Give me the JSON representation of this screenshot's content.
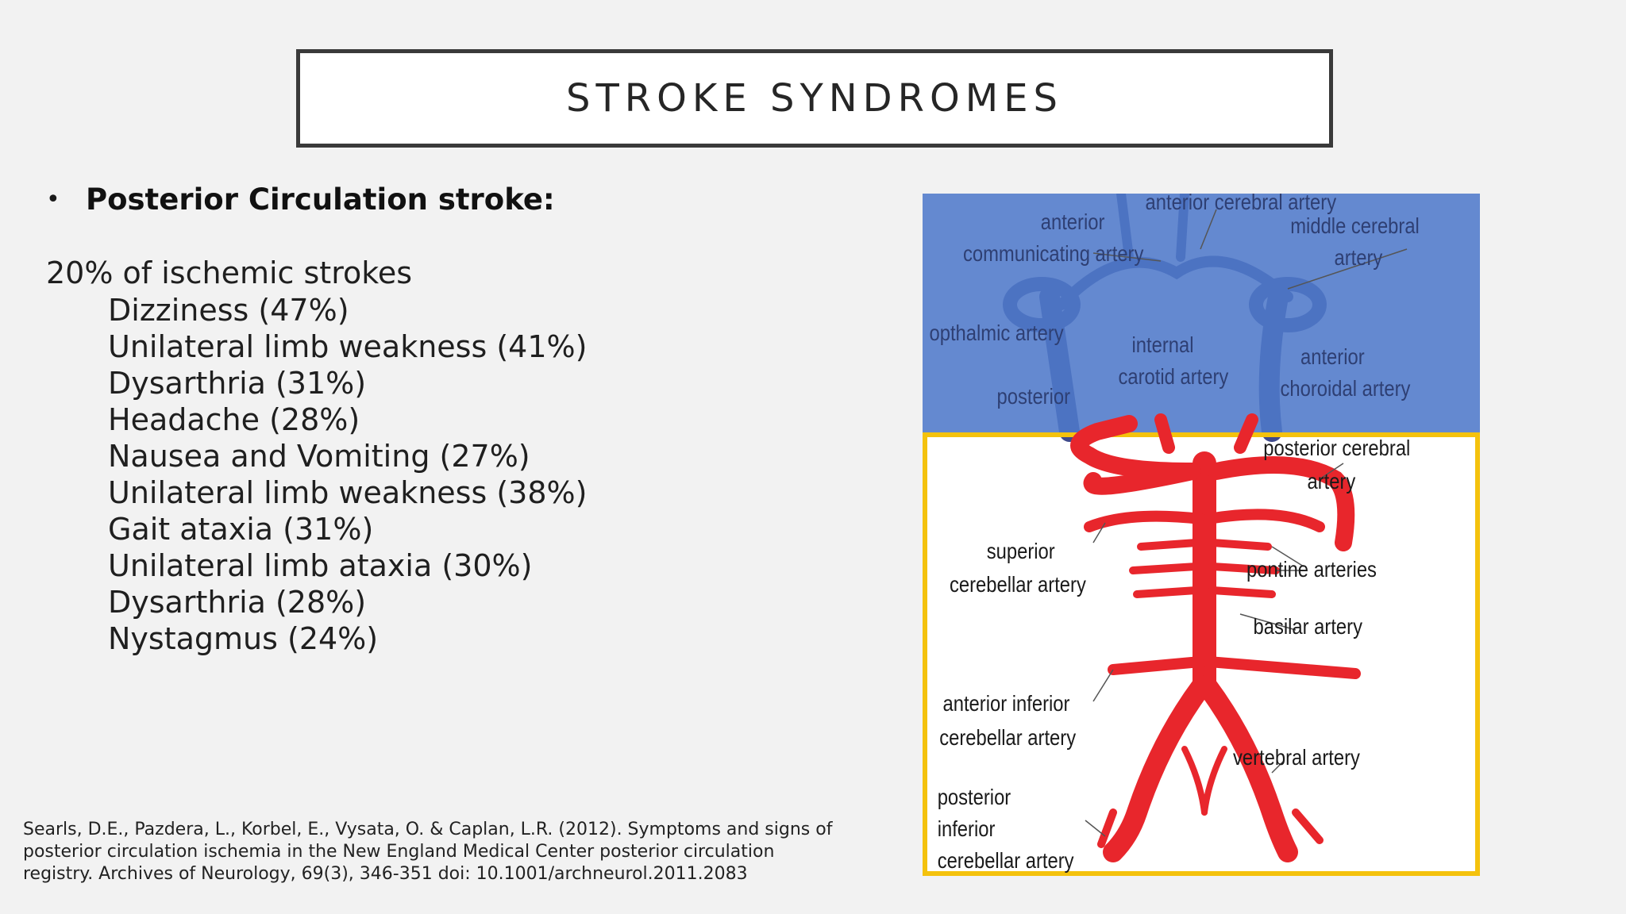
{
  "title": "STROKE SYNDROMES",
  "bullet": "Posterior Circulation stroke:",
  "stat": "20% of ischemic strokes",
  "symptoms": [
    "Dizziness (47%)",
    "Unilateral limb weakness (41%)",
    "Dysarthria (31%)",
    "Headache (28%)",
    "Nausea and Vomiting (27%)",
    "Unilateral limb weakness (38%)",
    "Gait ataxia (31%)",
    "Unilateral limb ataxia (30%)",
    "Dysarthria (28%)",
    "Nystagmus (24%)"
  ],
  "citation": "Searls, D.E., Pazdera, L., Korbel, E., Vysata, O. & Caplan, L.R. (2012). Symptoms and signs of posterior circulation ischemia in the New England Medical Center posterior circulation registry. Archives of Neurology, 69(3), 346-351 doi: 10.1001/archneurol.2011.2083",
  "figure": {
    "labels": {
      "anterior": "anterior",
      "communicating": "communicating artery",
      "anterior_cerebral": "anterior cerebral artery",
      "middle_cerebral": "middle cerebral",
      "middle_artery": "artery",
      "opthalmic": "opthalmic artery",
      "internal": "internal",
      "carotid": "carotid artery",
      "anterior_choroidal_1": "anterior",
      "anterior_choroidal_2": "choroidal artery",
      "posterior_comm": "posterior",
      "posterior_cerebral": "posterior cerebral",
      "posterior_cerebral_2": "artery",
      "superior": "superior",
      "cerebellar_artery": "cerebellar artery",
      "pontine": "pontine arteries",
      "basilar": "basilar artery",
      "aica_1": "anterior inferior",
      "aica_2": "cerebellar artery",
      "vertebral": "vertebral artery",
      "pica_1": "posterior",
      "pica_2": "inferior",
      "pica_3": "cerebellar artery"
    },
    "colors": {
      "overlay_blue": "#4f79c9",
      "border_yellow": "#f4c20d",
      "artery_red": "#e8262c"
    }
  }
}
